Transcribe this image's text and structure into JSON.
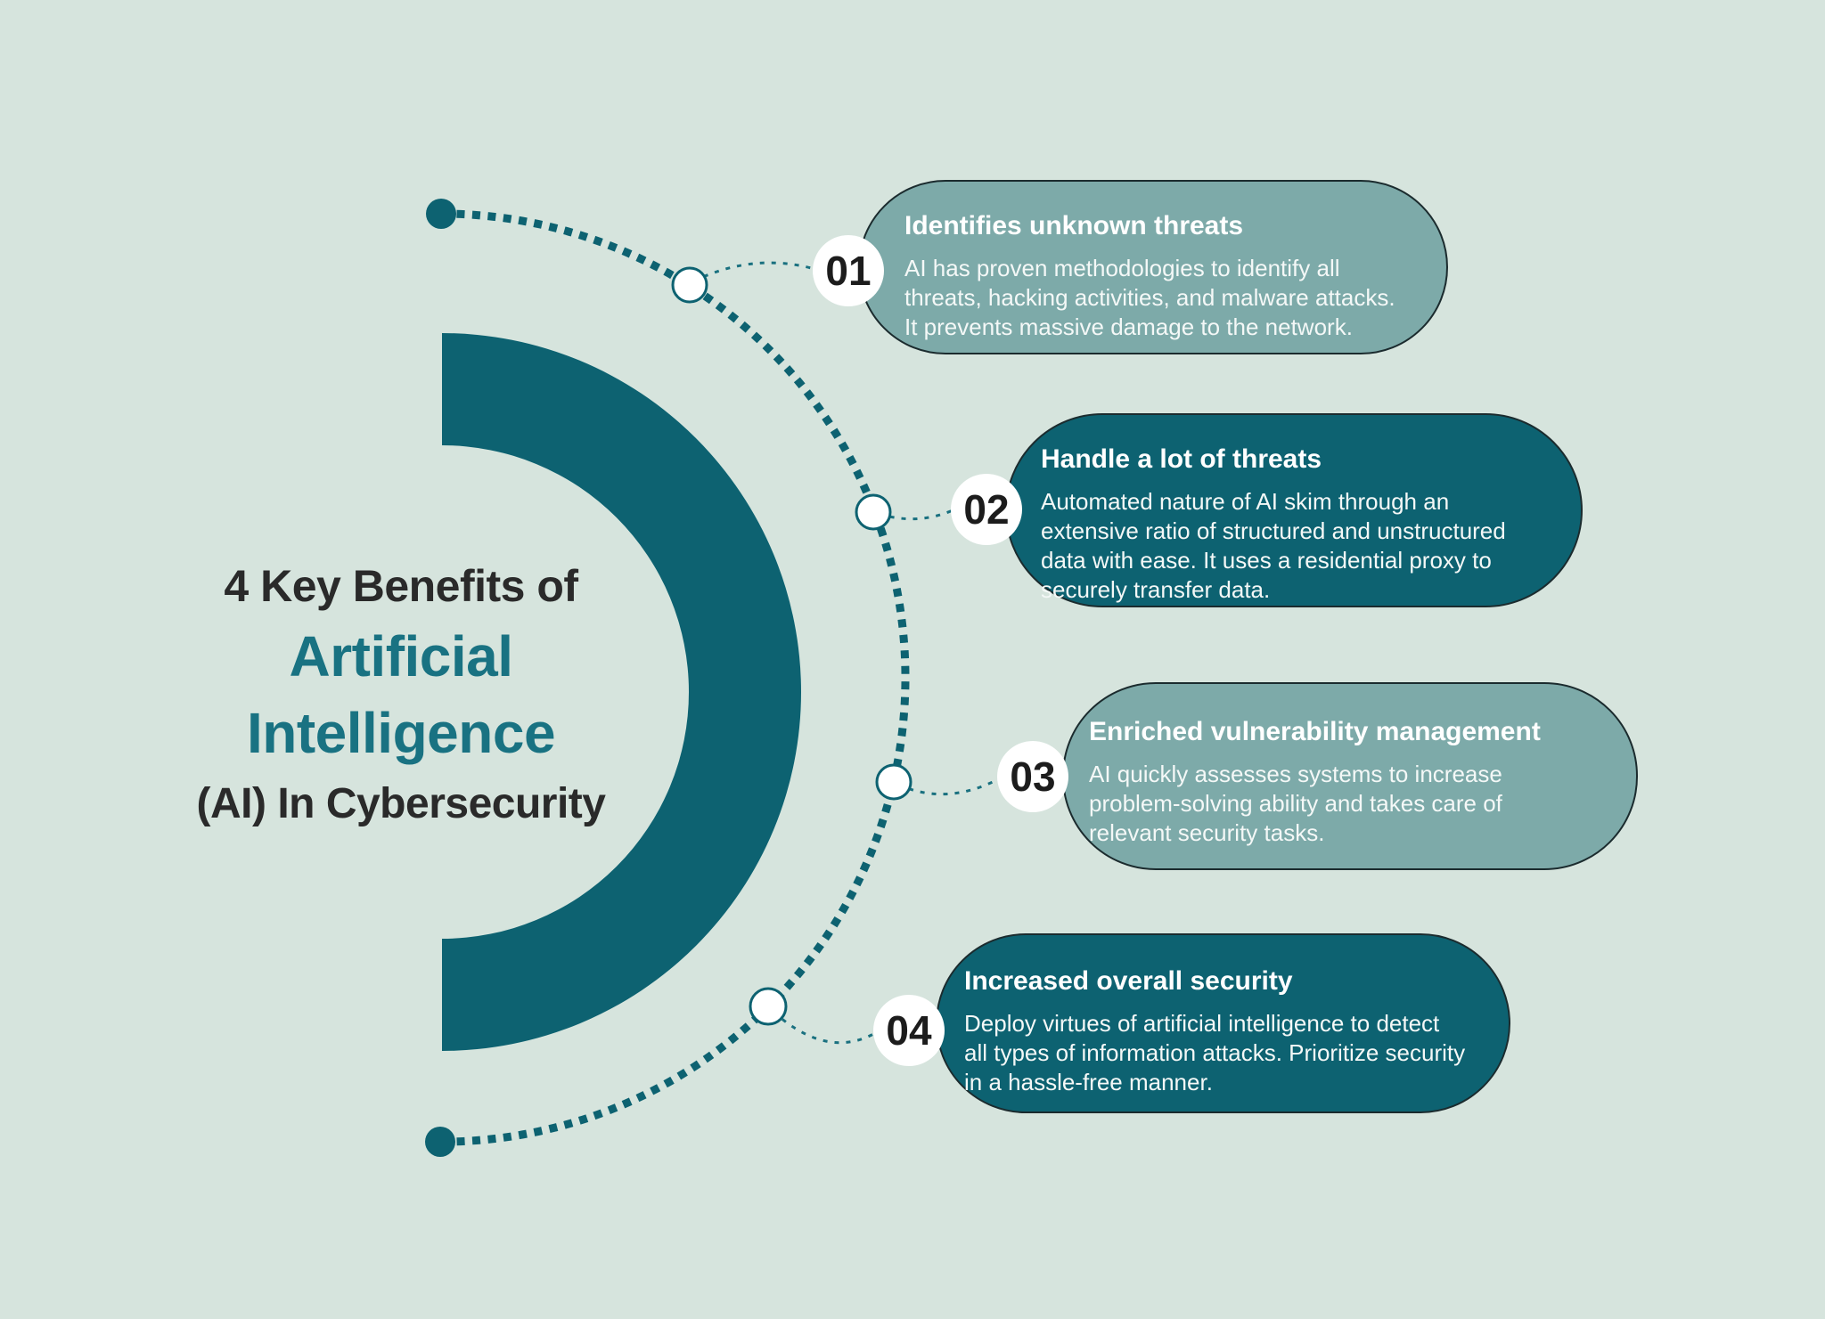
{
  "title": {
    "line1": "4 Key Benefits of",
    "line2": "Artificial",
    "line3": "Intelligence",
    "line4": "(AI) In Cybersecurity"
  },
  "benefits": [
    {
      "number": "01",
      "title": "Identifies unknown threats",
      "description": "AI has proven methodologies to identify all threats, hacking activities, and malware attacks. It prevents massive damage to the network.",
      "variant": "light"
    },
    {
      "number": "02",
      "title": "Handle a lot of threats",
      "description": "Automated nature of AI skim through an extensive ratio of structured and unstructured data with ease. It uses a residential proxy to securely transfer data.",
      "variant": "dark"
    },
    {
      "number": "03",
      "title": "Enriched vulnerability management",
      "description": "AI quickly assesses systems to increase problem-solving ability and takes care of relevant security tasks.",
      "variant": "light"
    },
    {
      "number": "04",
      "title": "Increased overall security",
      "description": "Deploy virtues of artificial intelligence to detect all types of information attacks. Prioritize security in a hassle-free manner.",
      "variant": "dark"
    }
  ],
  "colors": {
    "background": "#d6e4dd",
    "teal_dark": "#0d6271",
    "teal_muted": "#7daaa9",
    "title_accent": "#197282",
    "title_dark": "#2a2a2a",
    "card_border": "#1b2b2e",
    "card_text": "#ffffff",
    "badge_background": "#ffffff",
    "badge_text": "#1c1c1c"
  }
}
